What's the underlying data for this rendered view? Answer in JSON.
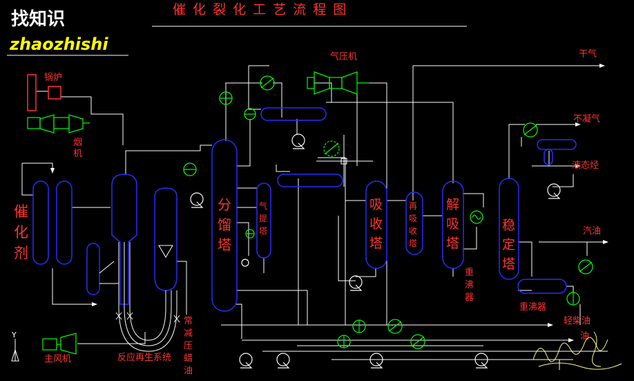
{
  "title": "催 化 裂 化 工 艺 流 程 图",
  "brand": {
    "cn": "找知识",
    "en": "zhaozhishi"
  },
  "colors": {
    "pipe": "#ffffff",
    "vessel": "#2b2bff",
    "text": "#ff3333",
    "equip": "#00ff00",
    "hx": "#00cc00",
    "brand_en": "#ffff00",
    "title_line": "#ffffff"
  },
  "labels": {
    "boiler": "锅炉",
    "flue_fan": [
      "烟",
      "机"
    ],
    "catalyst": [
      "催",
      "化",
      "剂"
    ],
    "main_fan": "主风机",
    "reaction_regen": "反应再生系统",
    "feed": [
      "常",
      "减",
      "压",
      "蜡",
      "油"
    ],
    "fractionator": [
      "分",
      "馏",
      "塔"
    ],
    "stripper": [
      "气",
      "提",
      "塔"
    ],
    "compressor": "气压机",
    "absorber": [
      "吸",
      "收",
      "塔"
    ],
    "reabsorber": [
      "再",
      "吸",
      "收",
      "塔"
    ],
    "desorber": [
      "解",
      "吸",
      "塔"
    ],
    "reboiler1": [
      "重",
      "沸",
      "器"
    ],
    "stabilizer": [
      "稳",
      "定",
      "塔"
    ],
    "reboiler2": "重沸器",
    "dry_gas": "干气",
    "noncond_gas": "不凝气",
    "lpg": "液态烃",
    "gasoline": "汽油",
    "light_diesel": "轻柴油",
    "oil_partial": "油"
  },
  "axis_symbol": "Y"
}
